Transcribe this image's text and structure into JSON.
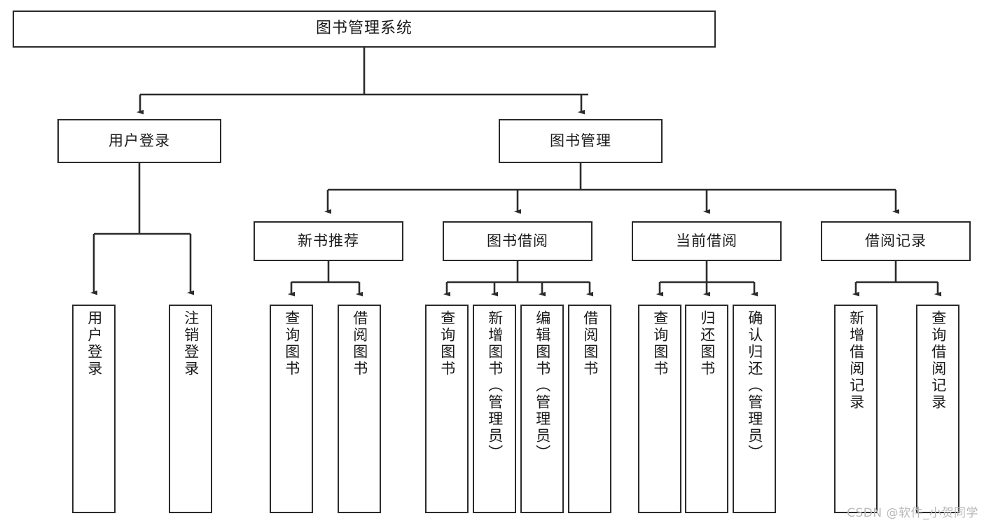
{
  "diagram": {
    "title": "图书管理系统",
    "type": "tree-hierarchy-chart",
    "orientation": "top-down",
    "box_fill": "#ffffff",
    "box_stroke": "#2b2b2b",
    "text_color": "#1a1a1a"
  },
  "nodes": {
    "root": {
      "label": "图书管理系统"
    },
    "level2": [
      {
        "label": "用户登录"
      },
      {
        "label": "图书管理"
      }
    ],
    "level3": [
      {
        "label": "新书推荐"
      },
      {
        "label": "图书借阅"
      },
      {
        "label": "当前借阅"
      },
      {
        "label": "借阅记录"
      }
    ],
    "leaves": {
      "user_login": [
        {
          "label": "用户登录"
        },
        {
          "label": "注销登录"
        }
      ],
      "new_book_recommend": [
        {
          "label": "查询图书"
        },
        {
          "label": "借阅图书"
        }
      ],
      "book_borrow": [
        {
          "label": "查询图书"
        },
        {
          "label": "新增图书（管理员）"
        },
        {
          "label": "编辑图书（管理员）"
        },
        {
          "label": "借阅图书"
        }
      ],
      "current_borrow": [
        {
          "label": "查询图书"
        },
        {
          "label": "归还图书"
        },
        {
          "label": "确认归还（管理员）"
        }
      ],
      "borrow_records": [
        {
          "label": "新增借阅记录"
        },
        {
          "label": "查询借阅记录"
        }
      ]
    }
  },
  "watermark": {
    "text": "CSDN @软件_小贺同学"
  }
}
